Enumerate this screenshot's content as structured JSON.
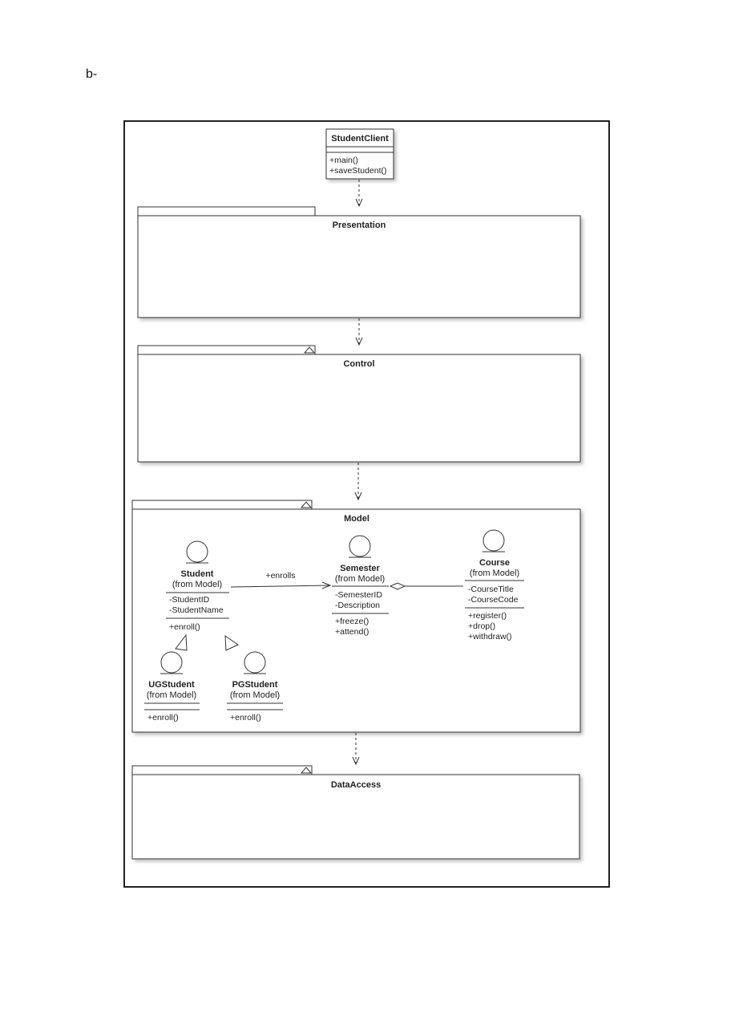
{
  "page": {
    "label": "b-"
  },
  "diagram": {
    "student_client": {
      "name": "StudentClient",
      "methods": [
        "+main()",
        "+saveStudent()"
      ]
    },
    "packages": {
      "presentation": "Presentation",
      "control": "Control",
      "model": "Model",
      "data_access": "DataAccess"
    },
    "classes": {
      "student": {
        "name": "Student",
        "source": "(from Model)",
        "attributes": [
          "-StudentID",
          "-StudentName"
        ],
        "methods": [
          "+enroll()"
        ]
      },
      "semester": {
        "name": "Semester",
        "source": "(from Model)",
        "attributes": [
          "-SemesterID",
          "-Description"
        ],
        "methods": [
          "+freeze()",
          "+attend()"
        ]
      },
      "course": {
        "name": "Course",
        "source": "(from Model)",
        "attributes": [
          "-CourseTitle",
          "-CourseCode"
        ],
        "methods": [
          "+register()",
          "+drop()",
          "+withdraw()"
        ]
      },
      "ug_student": {
        "name": "UGStudent",
        "source": "(from Model)",
        "methods": [
          "+enroll()"
        ]
      },
      "pg_student": {
        "name": "PGStudent",
        "source": "(from Model)",
        "methods": [
          "+enroll()"
        ]
      }
    },
    "associations": {
      "enrolls_label": "+enrolls"
    }
  }
}
